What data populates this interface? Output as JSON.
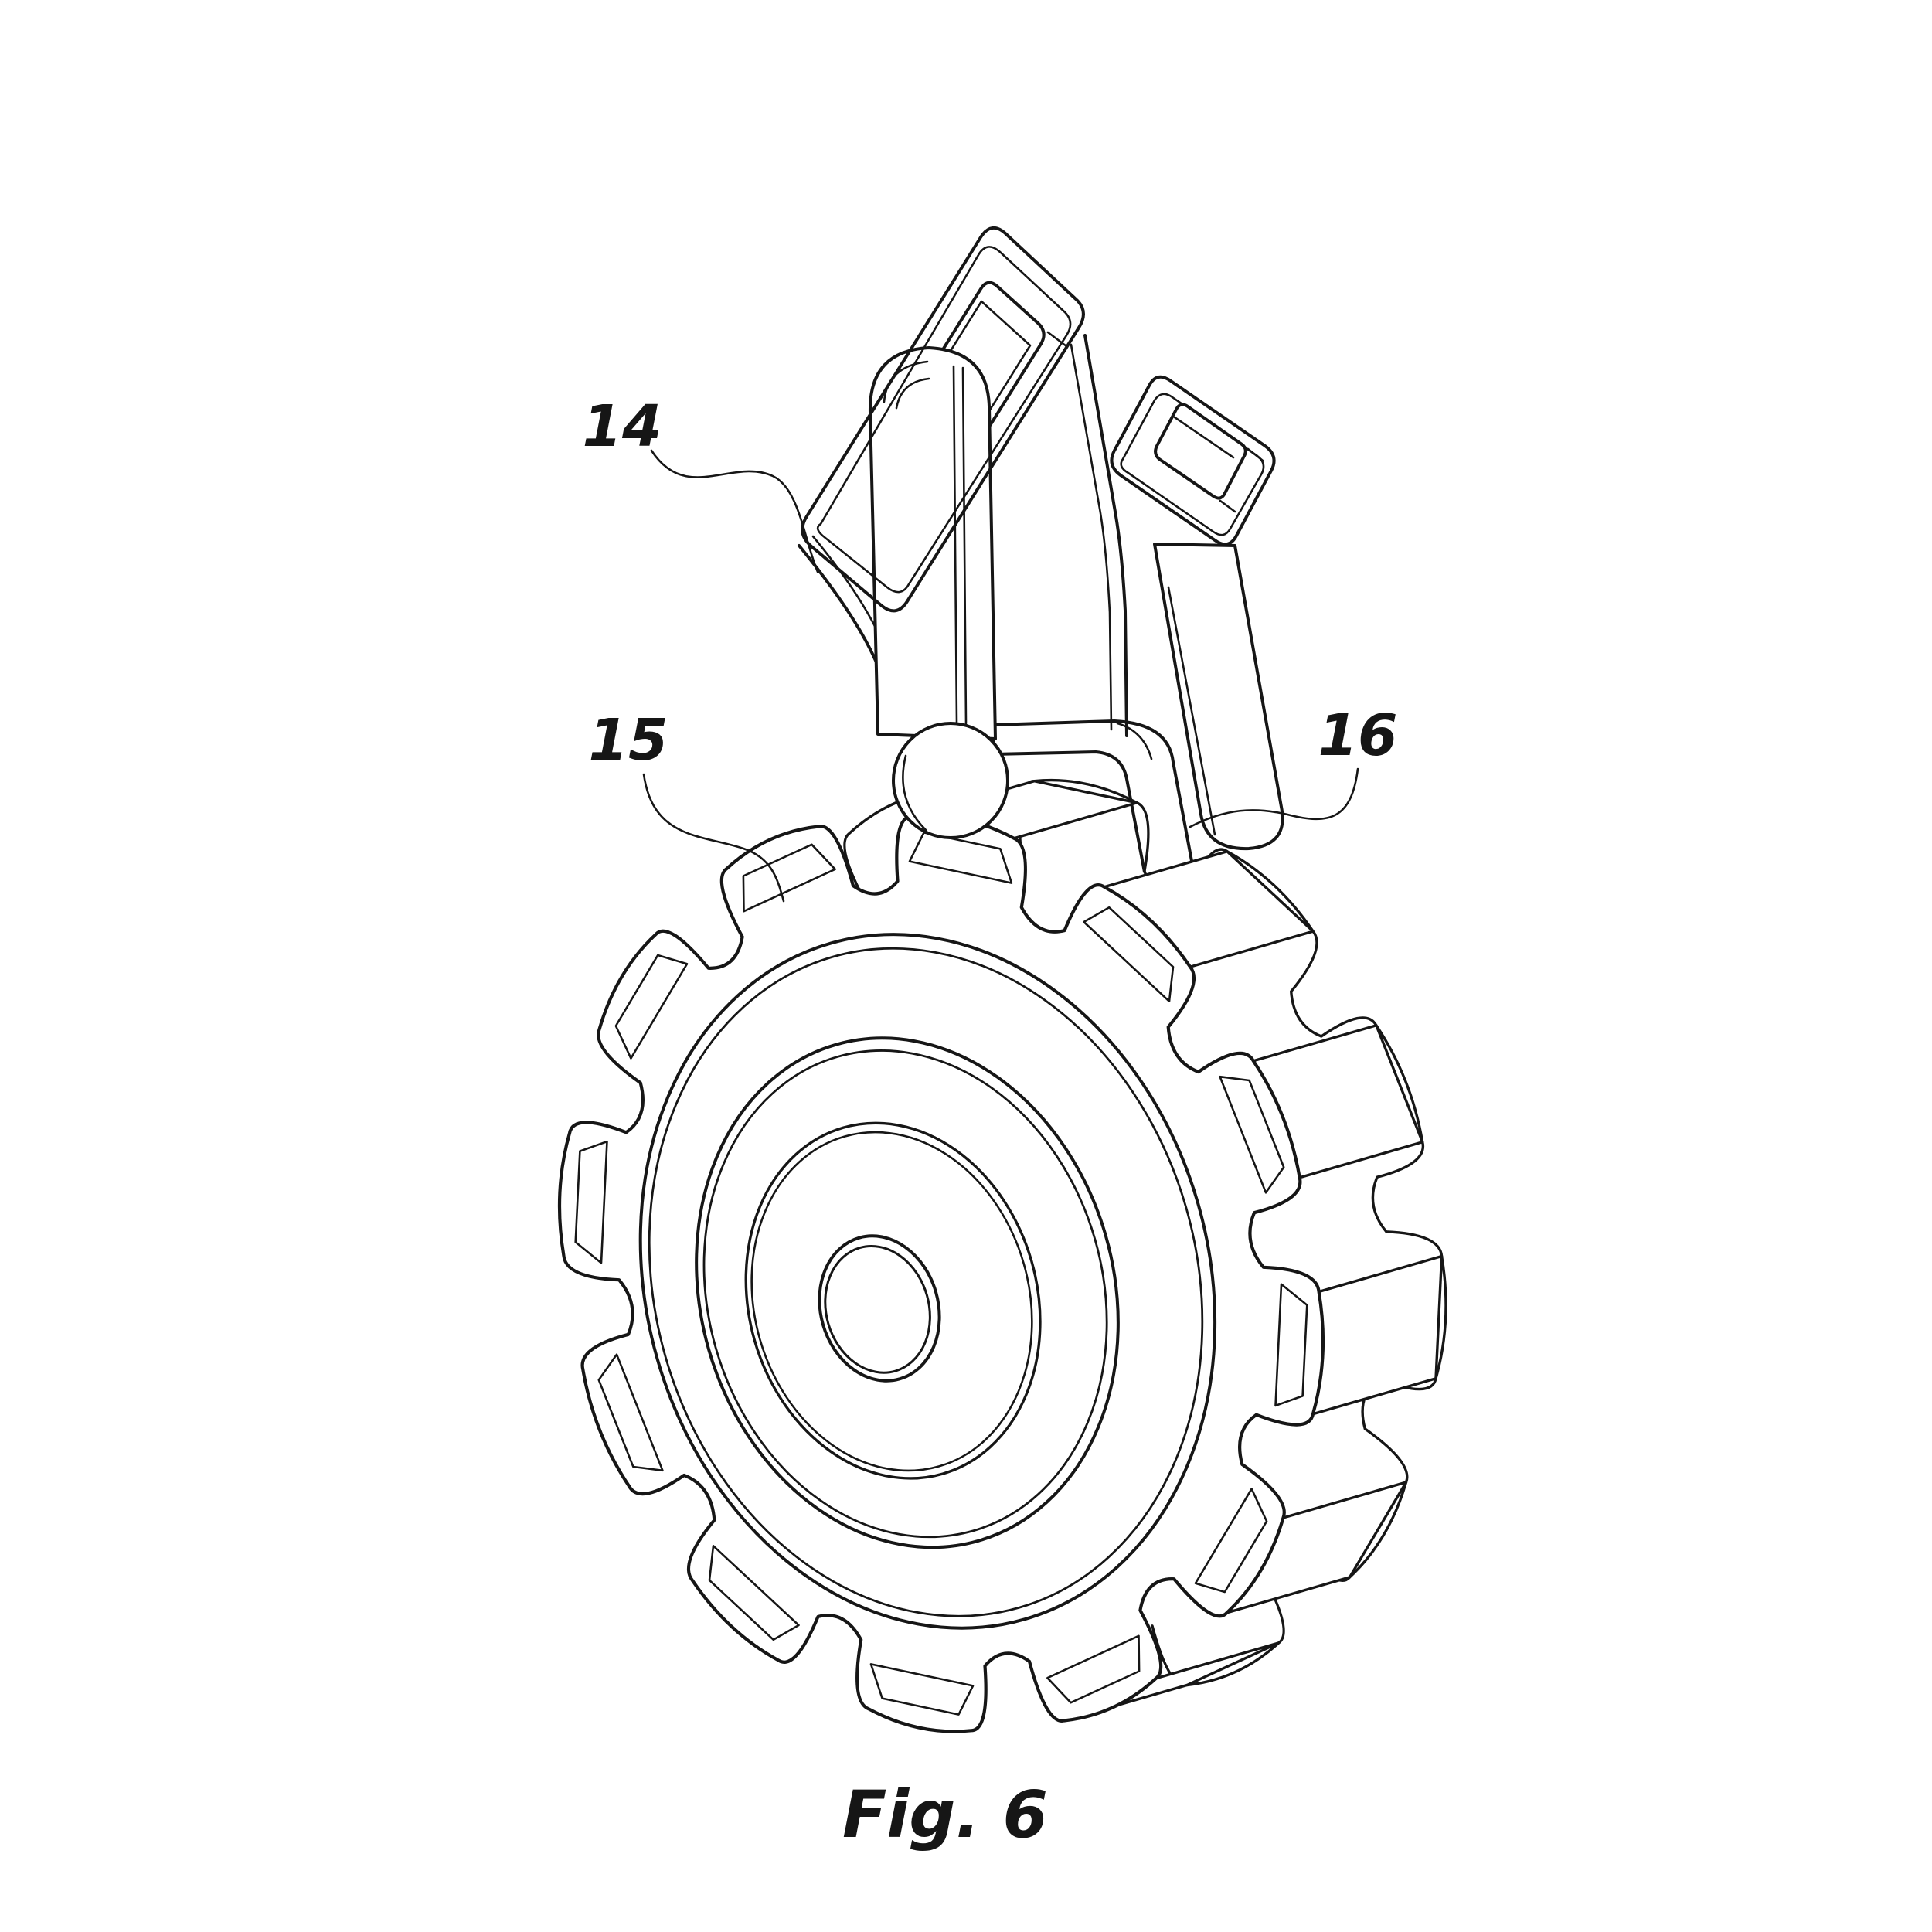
{
  "page": {
    "background": "#ffffff",
    "ink": "#161616"
  },
  "figure": {
    "caption": "Fig. 6",
    "reference_labels": [
      {
        "text": "14"
      },
      {
        "text": "15"
      },
      {
        "text": "16"
      }
    ]
  }
}
